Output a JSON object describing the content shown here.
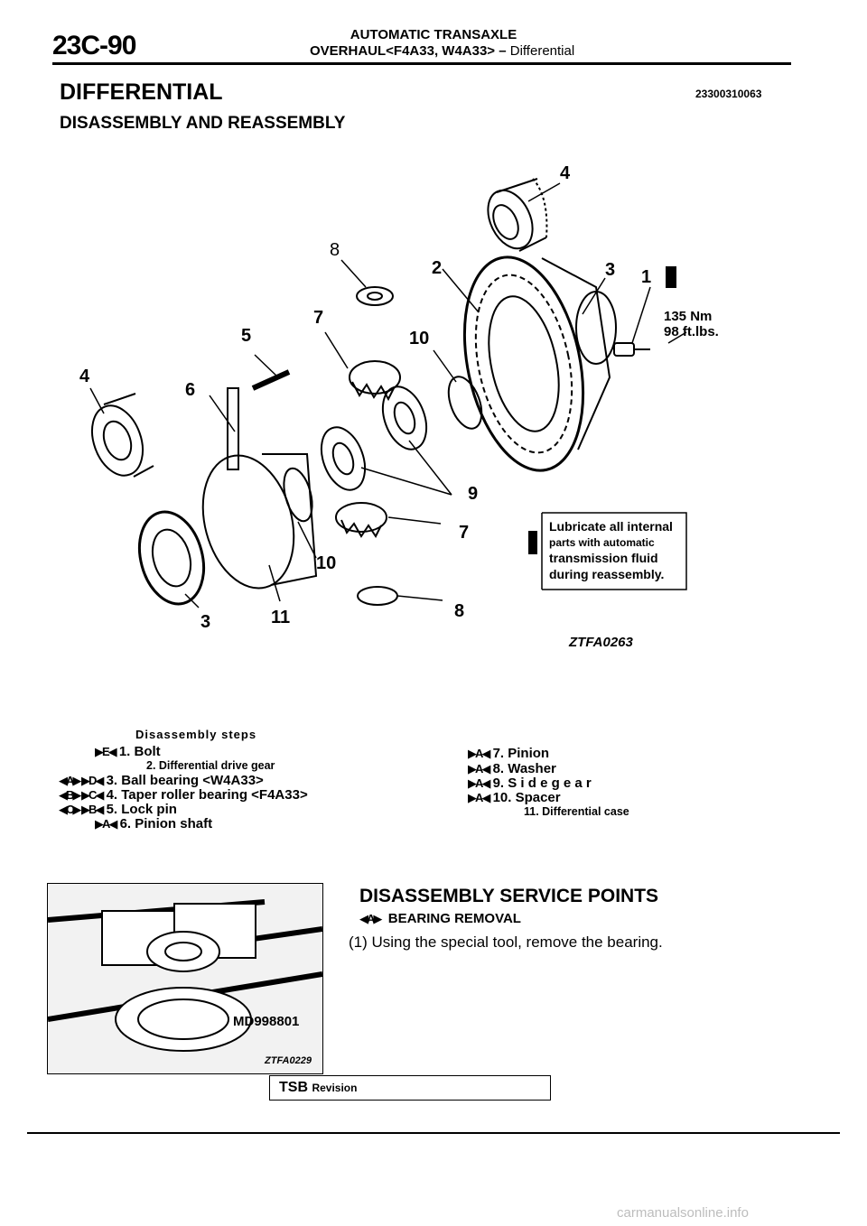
{
  "header": {
    "page_code": "23C-90",
    "title": "AUTOMATIC TRANSAXLE",
    "subtitle_prefix": "OVERHAUL<F4A33, W4A33> –",
    "subtitle_suffix": "Differential"
  },
  "section": {
    "title": "DIFFERENTIAL",
    "code": "23300310063",
    "subtitle": "DISASSEMBLY AND REASSEMBLY"
  },
  "diagram": {
    "callouts": [
      "4",
      "8",
      "2",
      "3",
      "1",
      "7",
      "5",
      "10",
      "4",
      "6",
      "9",
      "7",
      "10",
      "3",
      "11",
      "8"
    ],
    "torque_nm": "135 Nm",
    "torque_ftlbs": "98 ft.lbs.",
    "note_lines": [
      "Lubricate all internal",
      "parts with automatic",
      "transmission fluid",
      "during reassembly."
    ],
    "figure_code": "ZTFA0263"
  },
  "steps": {
    "title": "Disassembly steps",
    "left": [
      {
        "symbols": "▶E◀",
        "text": "1. Bolt"
      },
      {
        "symbols": "",
        "text": "2. Differential drive gear"
      },
      {
        "symbols": "◀A▶ ▶D◀",
        "text": "3. Ball bearing <W4A33>"
      },
      {
        "symbols": "◀B▶ ▶C◀",
        "text": "4. Taper roller bearing <F4A33>"
      },
      {
        "symbols": "◀C▶ ▶B◀",
        "text": "5. Lock pin"
      },
      {
        "symbols": "▶A◀",
        "text": "6. Pinion shaft"
      }
    ],
    "right": [
      {
        "symbols": "▶A◀",
        "text": "7. Pinion"
      },
      {
        "symbols": "▶A◀",
        "text": "8. Washer"
      },
      {
        "symbols": "▶A◀",
        "text": "9. S i d e  g e a r"
      },
      {
        "symbols": "▶A◀",
        "text": "10. Spacer"
      },
      {
        "symbols": "",
        "text": "11. Differential case"
      }
    ]
  },
  "photo": {
    "tool_label": "MD998801",
    "figure_code": "ZTFA0229"
  },
  "service": {
    "title": "DISASSEMBLY SERVICE POINTS",
    "point_symbol": "◀A▶",
    "point_title": "BEARING REMOVAL",
    "point_text": "(1) Using the special tool, remove the bearing."
  },
  "tsb": {
    "label": "TSB",
    "sub": "Revision"
  },
  "footer": {
    "watermark": "carmanualsonline.info"
  }
}
